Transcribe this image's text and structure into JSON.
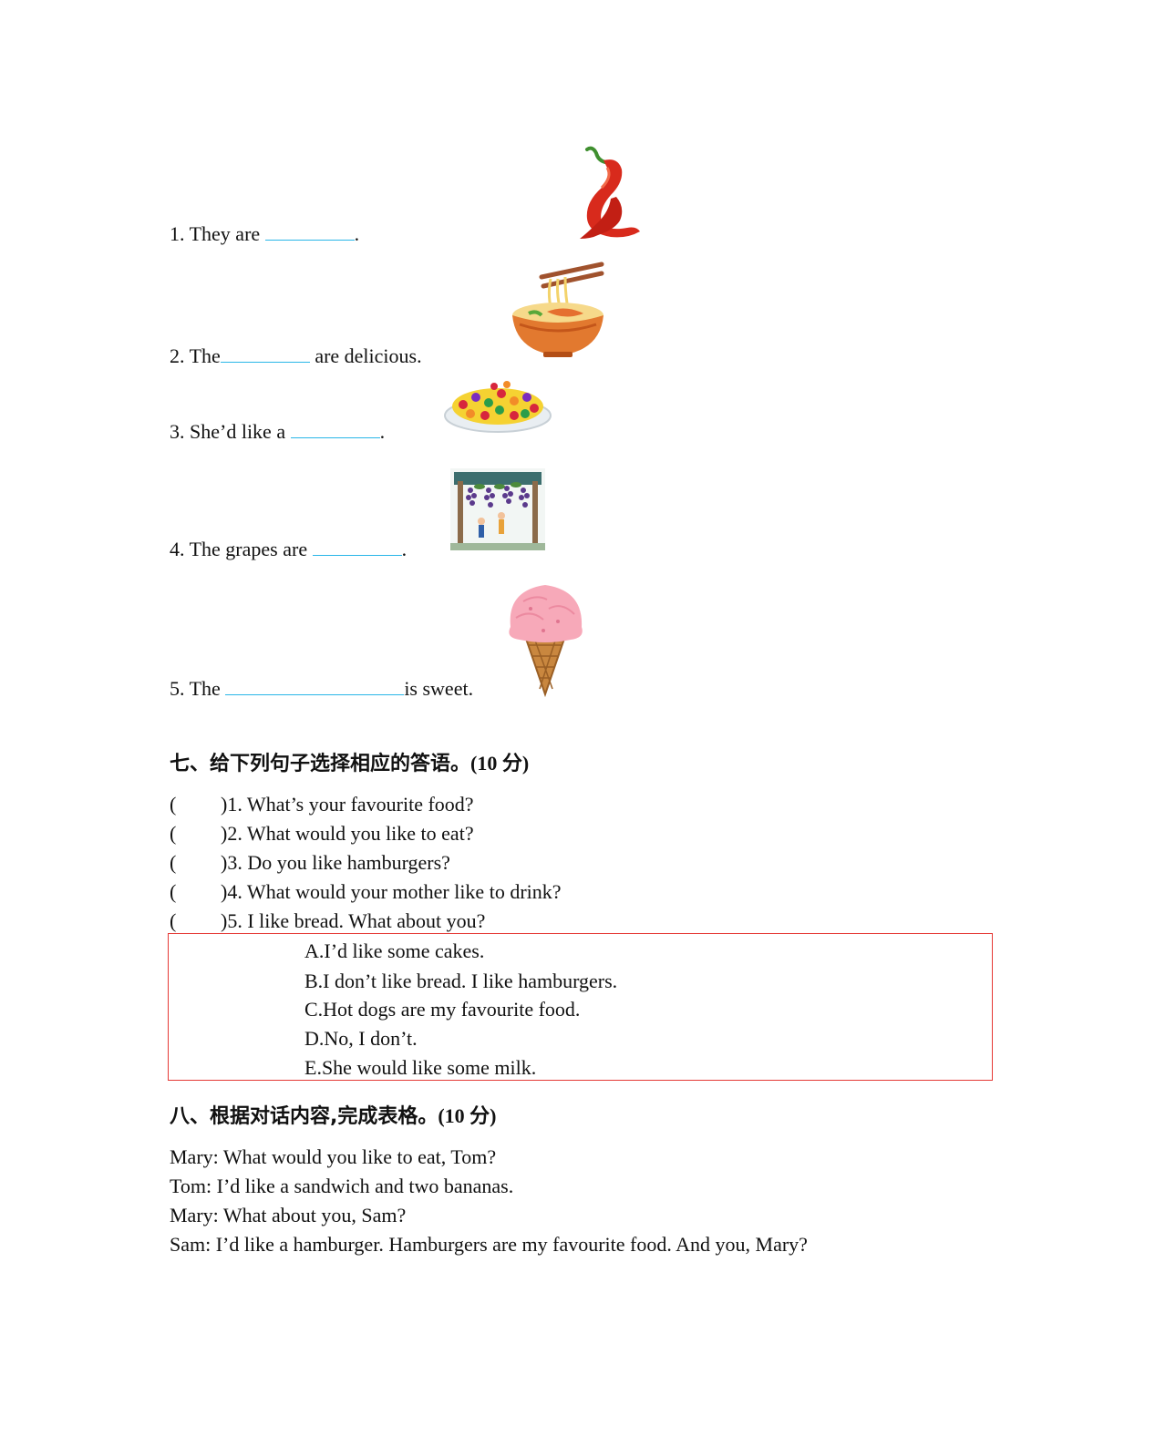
{
  "fill_in": [
    {
      "before": "1. They are ",
      "after": "."
    },
    {
      "before": "2. The",
      "after": " are delicious."
    },
    {
      "before": "3. She’d like a ",
      "after": "."
    },
    {
      "before": "4. The grapes are ",
      "after": "."
    },
    {
      "before": "5. The ",
      "after": "is sweet."
    }
  ],
  "section7": {
    "title": "七、给下列句子选择相应的答语。",
    "score": "(10 分)",
    "questions": [
      {
        "paren": "(",
        "text": ")1. What’s your favourite food?"
      },
      {
        "paren": "(",
        "text": ")2. What would you like to eat?"
      },
      {
        "paren": "(",
        "text": ")3. Do you like hamburgers?"
      },
      {
        "paren": "(",
        "text": ")4. What would your mother like to drink?"
      },
      {
        "paren": "(",
        "text": ")5. I like bread. What about you?"
      }
    ],
    "options": [
      "A.I’d like some cakes.",
      "B.I don’t like bread. I like hamburgers.",
      "C.Hot dogs are my favourite food.",
      "D.No, I don’t.",
      "E.She would like some milk."
    ]
  },
  "section8": {
    "title": "八、根据对话内容,完成表格。",
    "score": "(10 分)",
    "dialogue": [
      "Mary: What would you like to eat, Tom?",
      "Tom: I’d like a sandwich and two bananas.",
      "Mary: What about you, Sam?",
      "Sam: I’d like a hamburger. Hamburgers are my favourite food. And you, Mary?"
    ]
  },
  "colors": {
    "blank_line": "#29b6e8",
    "option_box_border": "#e53935"
  },
  "icons": [
    "chili-pepper-icon",
    "noodle-bowl-icon",
    "fruit-salad-icon",
    "grape-vine-icon",
    "ice-cream-cone-icon"
  ]
}
